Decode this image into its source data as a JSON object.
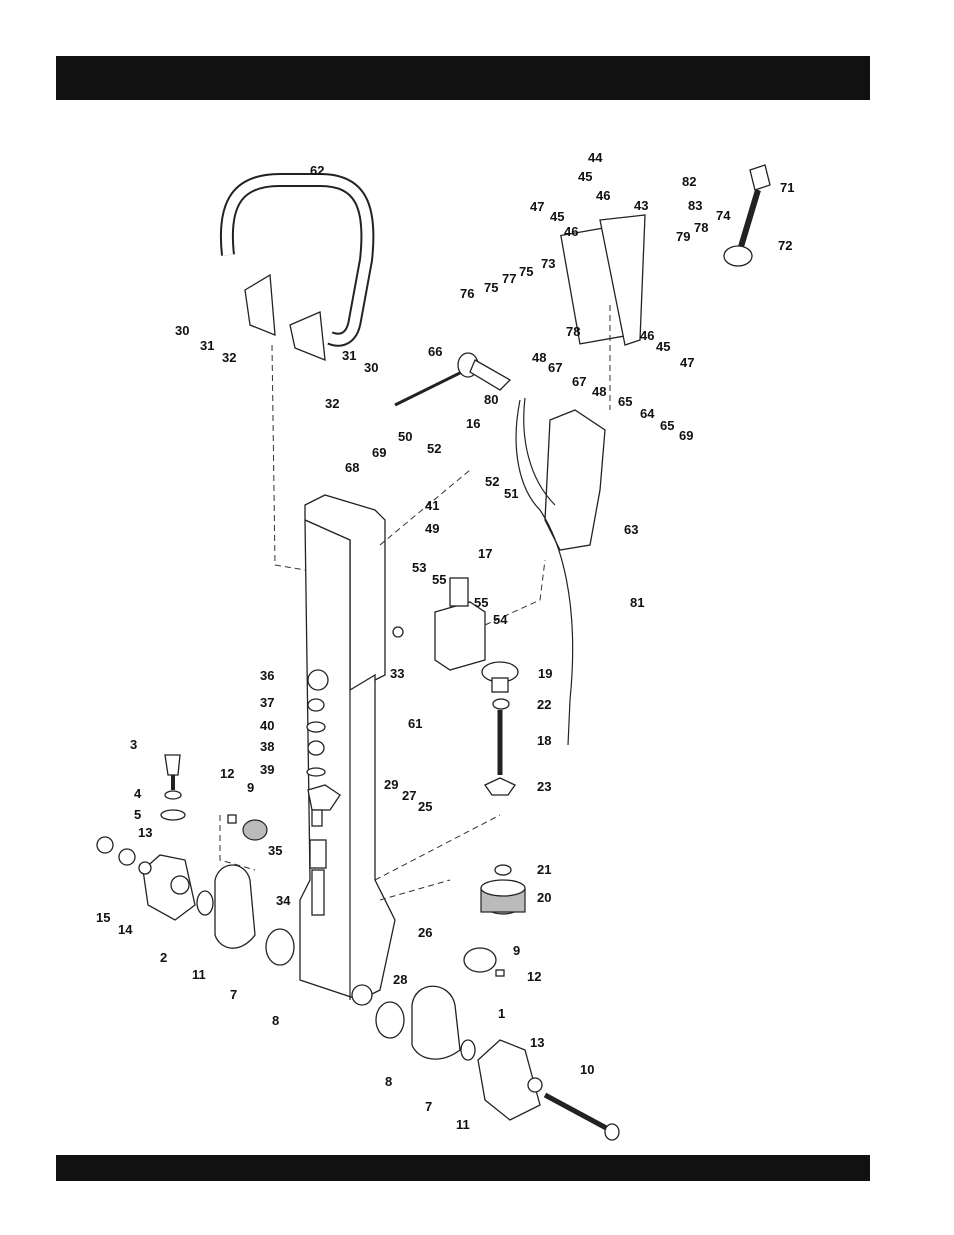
{
  "header_bar": {
    "color": "#111111"
  },
  "footer_bar": {
    "color": "#111111"
  },
  "callouts": [
    "62",
    "30",
    "31",
    "32",
    "31",
    "30",
    "32",
    "66",
    "48",
    "67",
    "80",
    "68",
    "69",
    "44",
    "45",
    "46",
    "82",
    "83",
    "43",
    "47",
    "45",
    "46",
    "71",
    "74",
    "78",
    "79",
    "72",
    "73",
    "76",
    "75",
    "77",
    "75",
    "78",
    "46",
    "45",
    "47",
    "67",
    "48",
    "65",
    "64",
    "65",
    "69",
    "16",
    "50",
    "52",
    "52",
    "51",
    "41",
    "49",
    "17",
    "53",
    "55",
    "55",
    "54",
    "63",
    "81",
    "33",
    "36",
    "37",
    "40",
    "38",
    "39",
    "61",
    "19",
    "22",
    "18",
    "23",
    "3",
    "4",
    "5",
    "12",
    "9",
    "13",
    "15",
    "14",
    "2",
    "11",
    "7",
    "8",
    "35",
    "34",
    "29",
    "27",
    "25",
    "21",
    "20",
    "26",
    "28",
    "9",
    "12",
    "1",
    "13",
    "10",
    "8",
    "7",
    "11"
  ]
}
